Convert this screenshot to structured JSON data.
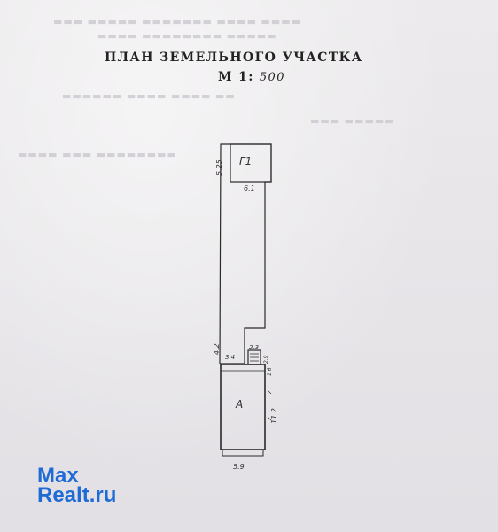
{
  "document": {
    "title": "ПЛАН ЗЕМЕЛЬНОГО УЧАСТКА",
    "scale_prefix": "М 1:",
    "scale_value": "500"
  },
  "plan": {
    "label_garage": "Г1",
    "label_house": "А",
    "dim_garage_height": "5.25",
    "dim_garage_width": "6.1",
    "dim_left_step": "4.2",
    "dim_step_width": "3.4",
    "dim_porch_width": "2.3",
    "dim_porch_side": "2.9",
    "dim_right_step": "1.6",
    "dim_house_height": "11.2",
    "dim_house_width": "5.9"
  },
  "watermark": {
    "brand_part1": "Max",
    "brand_part2_a": "Realt",
    "brand_part2_b": ".ru"
  }
}
